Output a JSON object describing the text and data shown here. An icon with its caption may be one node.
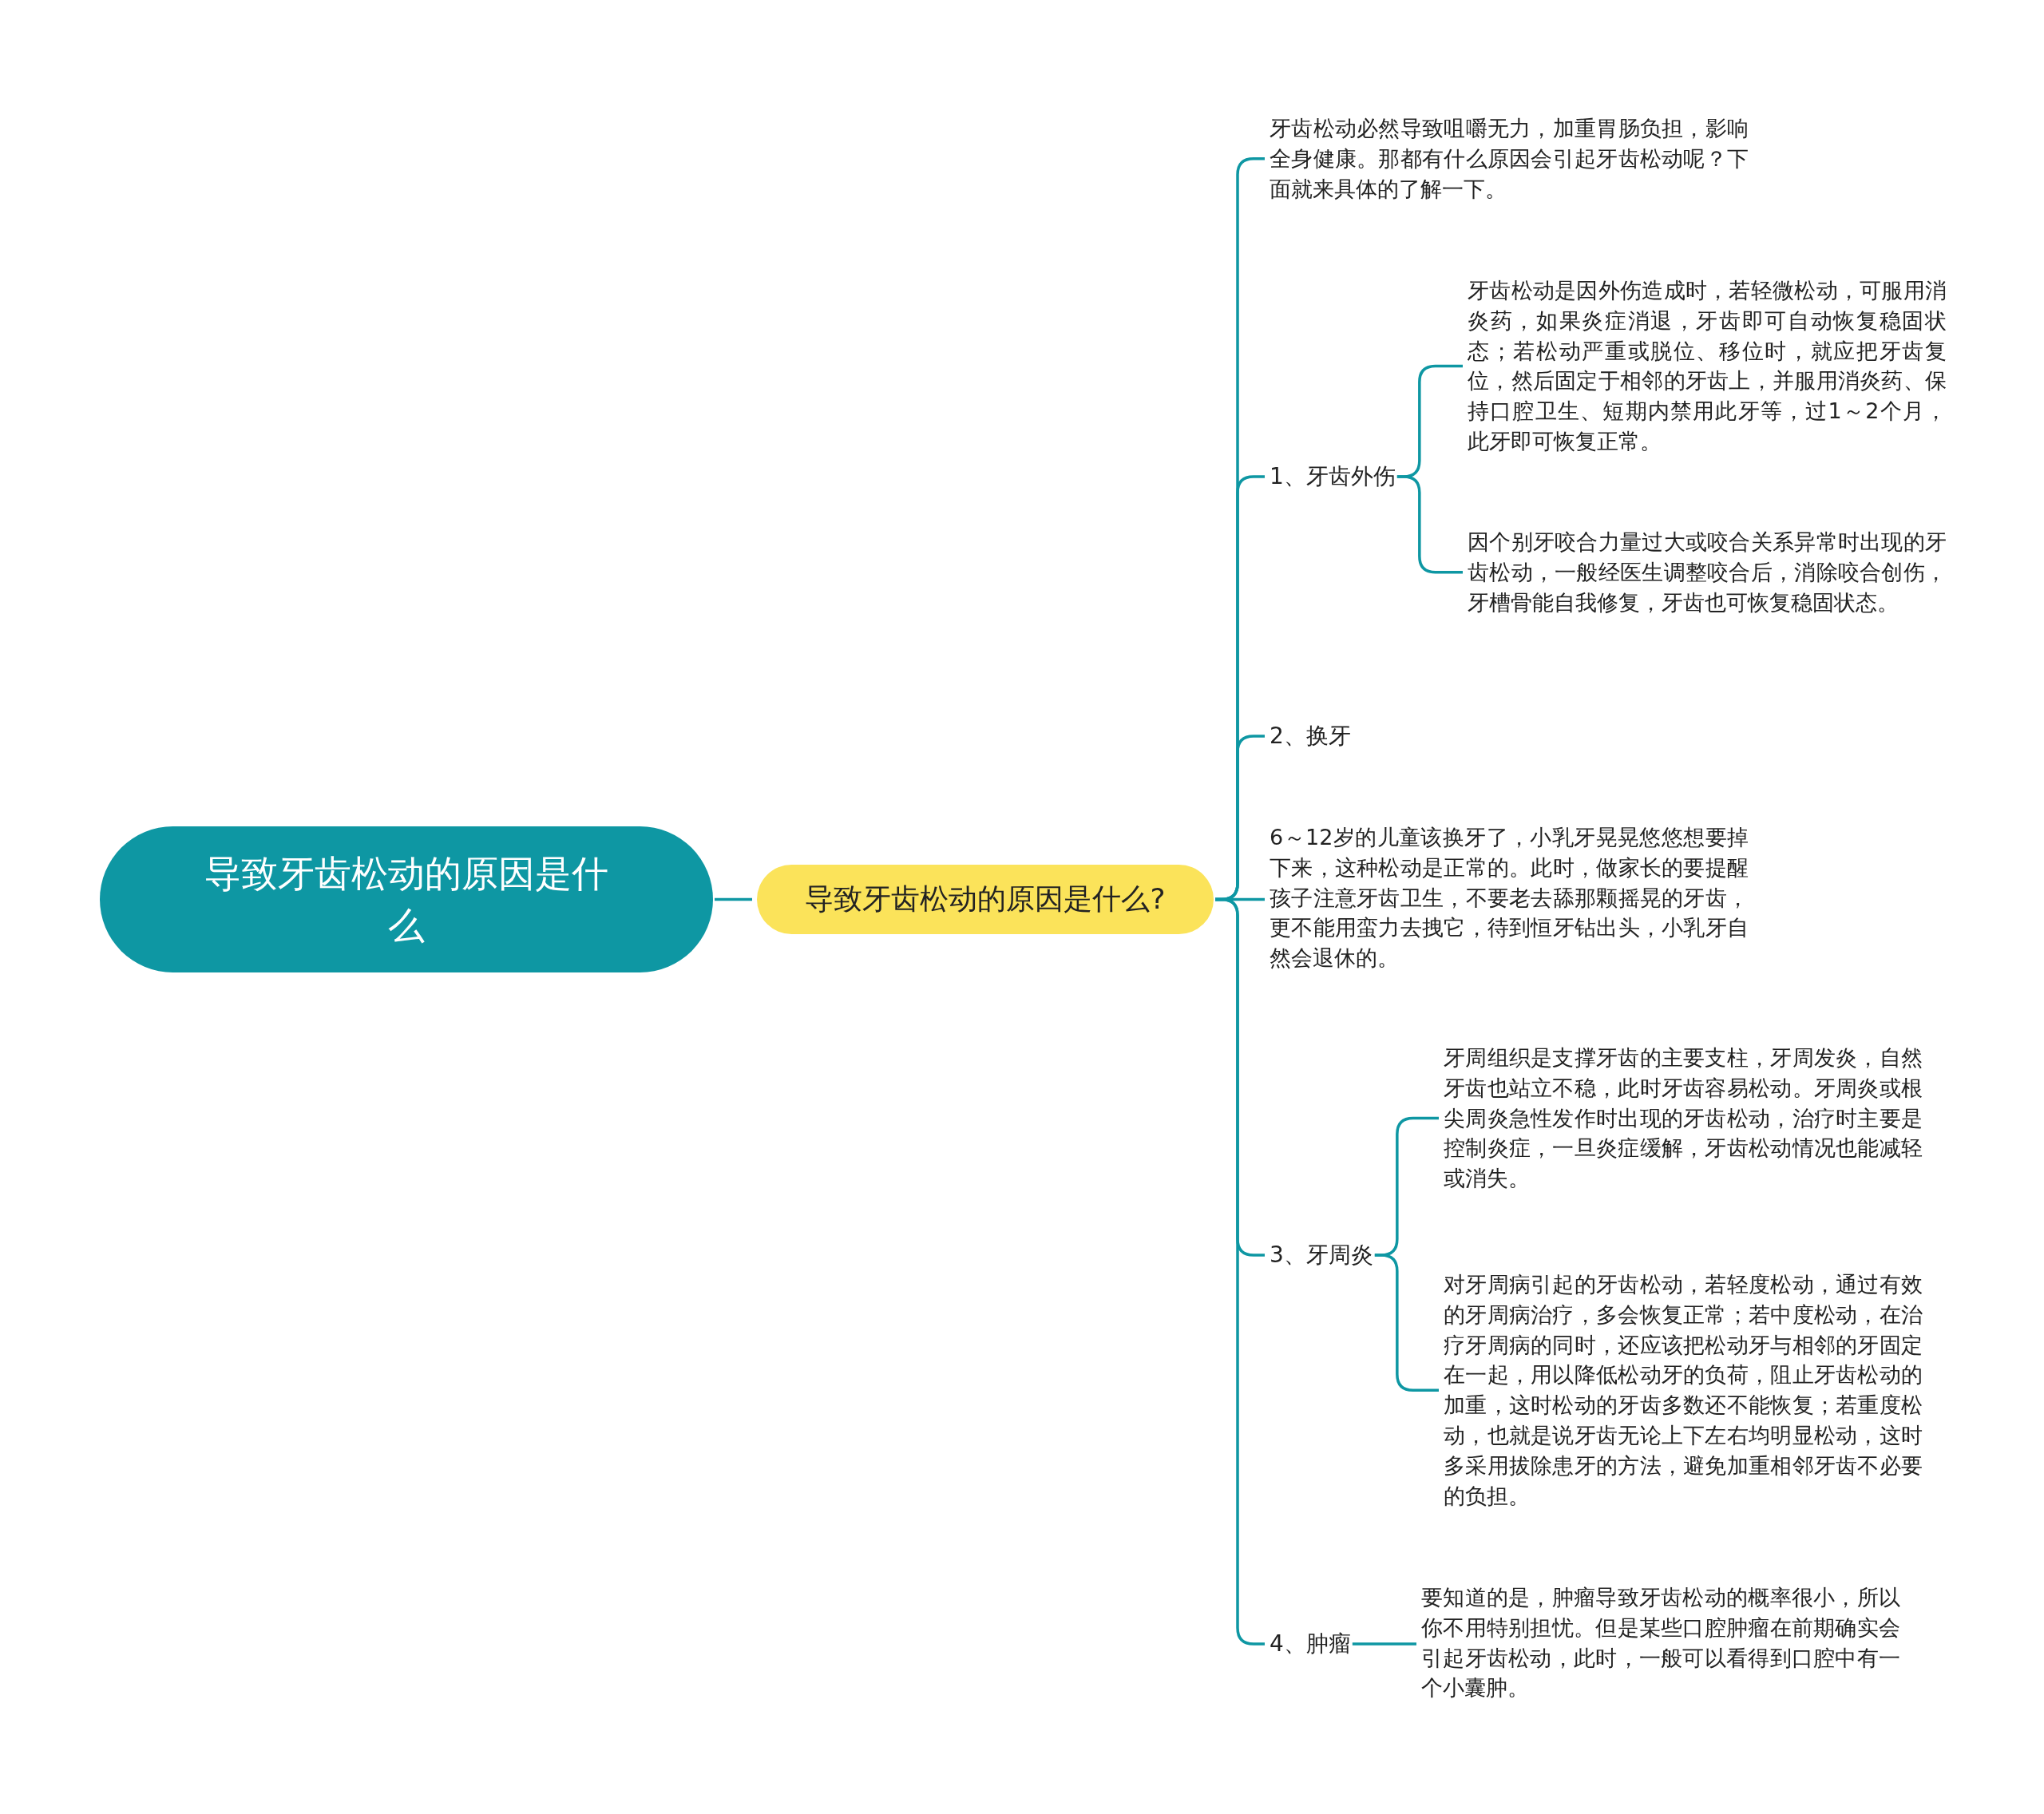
{
  "diagram": {
    "nodes": [
      {
        "text": [
          "导致牙齿松动的原因是什么"
        ]
      },
      {
        "text": [
          "导致牙齿松动的原因是什么?"
        ]
      },
      {
        "text": [
          "牙齿松动必然导致咀嚼无力，加重胃肠负担，影响全身健康。那都有什么原因会引起牙齿松动呢？下面就来具体的了解一下。"
        ]
      },
      {
        "text": [
          "1、牙齿外伤"
        ]
      },
      {
        "text": [
          "牙齿松动是因外伤造成时，若轻微松动，可服用消炎药，如果炎症消退，牙齿即可自动恢复稳固状态；若松动严重或脱位、移位时，就应把牙齿复位，然后固定于相邻的牙齿上，并服用消炎药、保持口腔卫生、短期内禁用此牙等，过1～2个月，此牙即可恢复正常。"
        ]
      },
      {
        "text": [
          "因个别牙咬合力量过大或咬合关系异常时出现的牙齿松动，一般经医生调整咬合后，消除咬合创伤，牙槽骨能自我修复，牙齿也可恢复稳固状态。"
        ]
      },
      {
        "text": [
          "2、换牙"
        ]
      },
      {
        "text": [
          "6～12岁的儿童该换牙了，小乳牙晃晃悠悠想要掉下来，这种松动是正常的。此时，做家长的要提醒孩子注意牙齿卫生，不要老去舔那颗摇晃的牙齿，更不能用蛮力去拽它，待到恒牙钻出头，小乳牙自然会退休的。"
        ]
      },
      {
        "text": [
          "3、牙周炎"
        ]
      },
      {
        "text": [
          "牙周组织是支撑牙齿的主要支柱，牙周发炎，自然牙齿也站立不稳，此时牙齿容易松动。牙周炎或根尖周炎急性发作时出现的牙齿松动，治疗时主要是控制炎症，一旦炎症缓解，牙齿松动情况也能减轻或消失。"
        ]
      },
      {
        "text": [
          "对牙周病引起的牙齿松动，若轻度松动，通过有效的牙周病治疗，多会恢复正常；若中度松动，在治疗牙周病的同时，还应该把松动牙与相邻的牙固定在一起，用以降低松动牙的负荷，阻止牙齿松动的加重，这时松动的牙齿多数还不能恢复；若重度松动，也就是说牙齿无论上下左右均明显松动，这时多采用拔除患牙的方法，避免加重相邻牙齿不必要的负担。"
        ]
      },
      {
        "text": [
          "4、肿瘤"
        ]
      },
      {
        "text": [
          "要知道的是，肿瘤导致牙齿松动的概率很小，所以你不用特别担忧。但是某些口腔肿瘤在前期确实会引起牙齿松动，此时，一般可以看得到口腔中有一个小囊肿。"
        ]
      }
    ],
    "edges": [
      {
        "from": 0,
        "to": 1,
        "arrow": "none"
      },
      {
        "from": 1,
        "to": 2,
        "arrow": "none"
      },
      {
        "from": 1,
        "to": 3,
        "arrow": "none"
      },
      {
        "from": 3,
        "to": 4,
        "arrow": "none"
      },
      {
        "from": 3,
        "to": 5,
        "arrow": "none"
      },
      {
        "from": 1,
        "to": 6,
        "arrow": "none"
      },
      {
        "from": 1,
        "to": 7,
        "arrow": "none"
      },
      {
        "from": 1,
        "to": 8,
        "arrow": "none"
      },
      {
        "from": 8,
        "to": 9,
        "arrow": "none"
      },
      {
        "from": 8,
        "to": 10,
        "arrow": "none"
      },
      {
        "from": 1,
        "to": 11,
        "arrow": "none"
      },
      {
        "from": 11,
        "to": 12,
        "arrow": "none"
      }
    ]
  }
}
